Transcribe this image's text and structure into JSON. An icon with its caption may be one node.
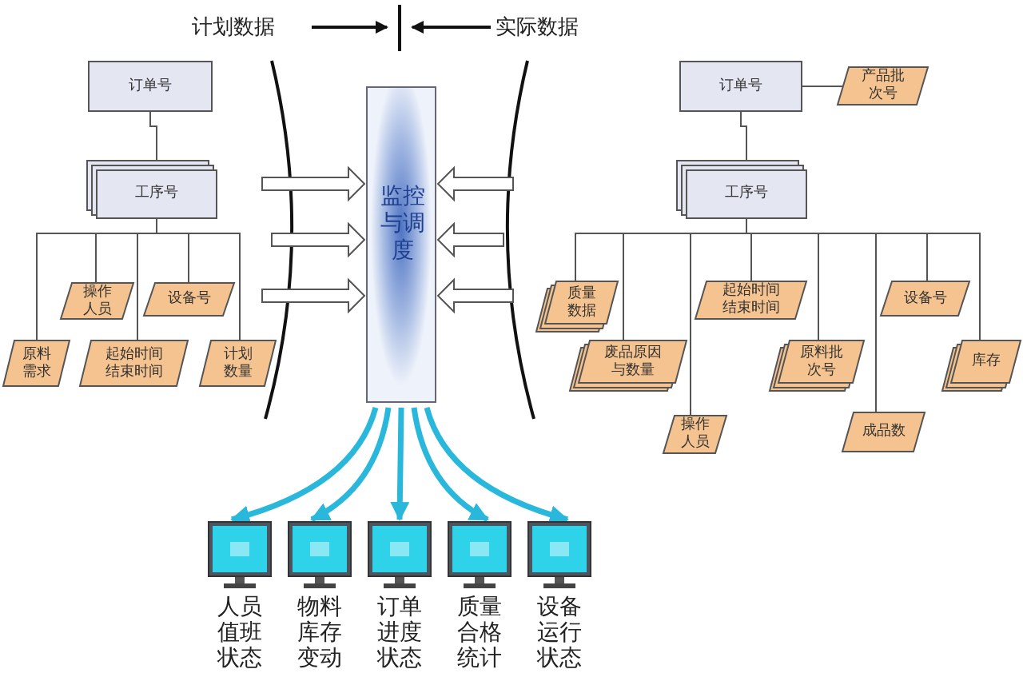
{
  "diagram": {
    "nodes": [
      {
        "text": [
          "订单号"
        ]
      },
      {
        "text": [
          "工序号"
        ]
      },
      {
        "text": [
          "操作人员"
        ]
      },
      {
        "text": [
          "设备号"
        ]
      },
      {
        "text": [
          "原料需求"
        ]
      },
      {
        "text": [
          "起始时间结束时间"
        ]
      },
      {
        "text": [
          "计划数量"
        ]
      },
      {
        "text": [
          "监控与调度"
        ]
      },
      {
        "text": [
          "订单号"
        ]
      },
      {
        "text": [
          "产品批次号"
        ]
      },
      {
        "text": [
          "工序号"
        ]
      },
      {
        "text": [
          "质量数据"
        ]
      },
      {
        "text": [
          "起始时间结束时间"
        ]
      },
      {
        "text": [
          "设备号"
        ]
      },
      {
        "text": [
          "废品原因与数量"
        ]
      },
      {
        "text": [
          "原料批次号"
        ]
      },
      {
        "text": [
          "库存"
        ]
      },
      {
        "text": [
          "操作人员"
        ]
      },
      {
        "text": [
          "成品数"
        ]
      },
      {
        "text": [
          "人员值班状态"
        ]
      },
      {
        "text": [
          "物料库存变动"
        ]
      },
      {
        "text": [
          "订单进度状态"
        ]
      },
      {
        "text": [
          "质量合格统计"
        ]
      },
      {
        "text": [
          "设备运行状态"
        ]
      }
    ],
    "edges": [
      {
        "from": 0,
        "to": 1,
        "arrow": "none"
      },
      {
        "from": 1,
        "to": 2,
        "arrow": "none"
      },
      {
        "from": 1,
        "to": 3,
        "arrow": "none"
      },
      {
        "from": 1,
        "to": 4,
        "arrow": "none"
      },
      {
        "from": 1,
        "to": 5,
        "arrow": "none"
      },
      {
        "from": 1,
        "to": 6,
        "arrow": "none"
      },
      {
        "from": 8,
        "to": 9,
        "arrow": "none"
      },
      {
        "from": 8,
        "to": 10,
        "arrow": "none"
      },
      {
        "from": 10,
        "to": 11,
        "arrow": "none"
      },
      {
        "from": 10,
        "to": 12,
        "arrow": "none"
      },
      {
        "from": 10,
        "to": 13,
        "arrow": "none"
      },
      {
        "from": 10,
        "to": 14,
        "arrow": "none"
      },
      {
        "from": 10,
        "to": 15,
        "arrow": "none"
      },
      {
        "from": 10,
        "to": 16,
        "arrow": "none"
      },
      {
        "from": 10,
        "to": 17,
        "arrow": "none"
      },
      {
        "from": 10,
        "to": 18,
        "arrow": "none"
      },
      {
        "from": 7,
        "to": 19,
        "arrow": "to",
        "style": "thick",
        "color": "#29b8dc"
      },
      {
        "from": 7,
        "to": 20,
        "arrow": "to",
        "style": "thick",
        "color": "#29b8dc"
      },
      {
        "from": 7,
        "to": 21,
        "arrow": "to",
        "style": "thick",
        "color": "#29b8dc"
      },
      {
        "from": 7,
        "to": 22,
        "arrow": "to",
        "style": "thick",
        "color": "#29b8dc"
      },
      {
        "from": 7,
        "to": 23,
        "arrow": "to",
        "style": "thick",
        "color": "#29b8dc"
      },
      {
        "from": null,
        "to": 7,
        "arrow": "to"
      },
      {
        "from": null,
        "to": 7,
        "arrow": "to"
      },
      {
        "from": null,
        "to": 7,
        "arrow": "to"
      },
      {
        "from": null,
        "to": 7,
        "arrow": "to"
      },
      {
        "from": null,
        "to": 7,
        "arrow": "to"
      },
      {
        "from": null,
        "to": 7,
        "arrow": "to"
      }
    ],
    "labels": [
      "计划数据",
      "实际数据"
    ]
  }
}
